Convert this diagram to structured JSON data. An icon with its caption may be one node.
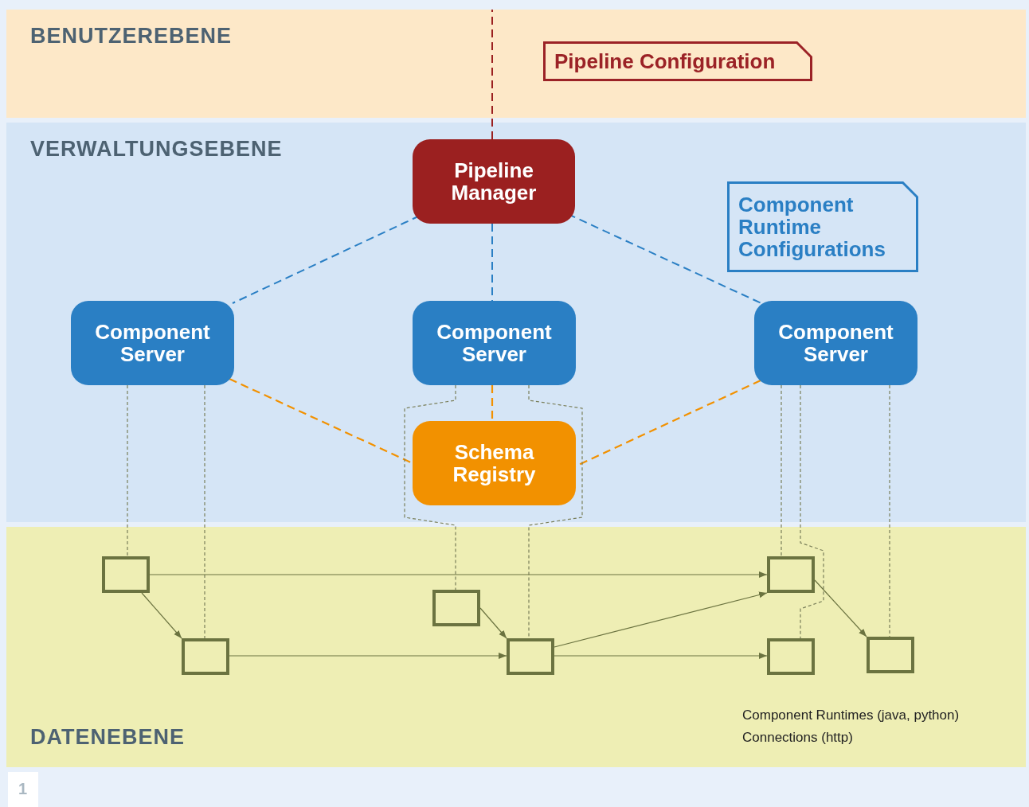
{
  "diagram": {
    "nodes": [
      {
        "text": [
          "BENUTZEREBENE"
        ]
      },
      {
        "text": [
          "Pipeline Configuration"
        ],
        "in": 0
      },
      {
        "text": [
          "VERWALTUNGSEBENE"
        ]
      },
      {
        "text": [
          "Pipeline Manager"
        ],
        "in": 2
      },
      {
        "text": [
          "Component Runtime Configurations"
        ],
        "in": 2
      },
      {
        "text": [
          "Component Server"
        ],
        "in": 2
      },
      {
        "text": [
          "Component Server"
        ],
        "in": 2
      },
      {
        "text": [
          "Component Server"
        ],
        "in": 2
      },
      {
        "text": [
          "Schema Registry"
        ],
        "in": 2
      },
      {
        "text": [
          "DATENEBENE"
        ]
      },
      {
        "text": [],
        "shape": "box",
        "in": 9
      },
      {
        "text": [],
        "shape": "box",
        "in": 9
      },
      {
        "text": [],
        "shape": "box",
        "in": 9
      },
      {
        "text": [],
        "shape": "box",
        "in": 9
      },
      {
        "text": [],
        "shape": "box",
        "in": 9
      },
      {
        "text": [],
        "shape": "box",
        "in": 9
      },
      {
        "text": [],
        "shape": "box",
        "in": 9
      }
    ],
    "edges": [
      {
        "from": 3,
        "to": 0,
        "arrow": "none",
        "style": "dashed",
        "color": "#9b2020"
      },
      {
        "from": 3,
        "to": 5,
        "arrow": "none",
        "style": "dashed",
        "color": "#2a7fc4"
      },
      {
        "from": 3,
        "to": 6,
        "arrow": "none",
        "style": "dashed",
        "color": "#2a7fc4"
      },
      {
        "from": 3,
        "to": 7,
        "arrow": "none",
        "style": "dashed",
        "color": "#2a7fc4"
      },
      {
        "from": 5,
        "to": 8,
        "arrow": "none",
        "style": "dashed",
        "color": "#f29100"
      },
      {
        "from": 6,
        "to": 8,
        "arrow": "none",
        "style": "dashed",
        "color": "#f29100"
      },
      {
        "from": 7,
        "to": 8,
        "arrow": "none",
        "style": "dashed",
        "color": "#f29100"
      },
      {
        "from": 5,
        "to": 10,
        "arrow": "none",
        "style": "dashed",
        "color": "#7a7f5a"
      },
      {
        "from": 5,
        "to": 11,
        "arrow": "none",
        "style": "dashed",
        "color": "#7a7f5a"
      },
      {
        "from": 6,
        "to": 12,
        "arrow": "none",
        "style": "dashed",
        "color": "#7a7f5a"
      },
      {
        "from": 6,
        "to": 13,
        "arrow": "none",
        "style": "dashed",
        "color": "#7a7f5a"
      },
      {
        "from": 7,
        "to": 14,
        "arrow": "none",
        "style": "dashed",
        "color": "#7a7f5a"
      },
      {
        "from": 7,
        "to": 15,
        "arrow": "none",
        "style": "dashed",
        "color": "#7a7f5a"
      },
      {
        "from": 7,
        "to": 16,
        "arrow": "none",
        "style": "dashed",
        "color": "#7a7f5a"
      },
      {
        "from": 10,
        "to": 14,
        "arrow": "to",
        "color": "#6b7340"
      },
      {
        "from": 10,
        "to": 11,
        "arrow": "to",
        "color": "#6b7340"
      },
      {
        "from": 11,
        "to": 13,
        "arrow": "to",
        "color": "#6b7340"
      },
      {
        "from": 12,
        "to": 13,
        "arrow": "to",
        "color": "#6b7340"
      },
      {
        "from": 13,
        "to": 14,
        "arrow": "to",
        "color": "#6b7340"
      },
      {
        "from": 13,
        "to": 15,
        "arrow": "to",
        "color": "#6b7340"
      },
      {
        "from": 14,
        "to": 16,
        "arrow": "to",
        "color": "#6b7340"
      }
    ],
    "labels": [
      "Component Runtimes (java, python)",
      "Connections (http)",
      "1"
    ]
  }
}
